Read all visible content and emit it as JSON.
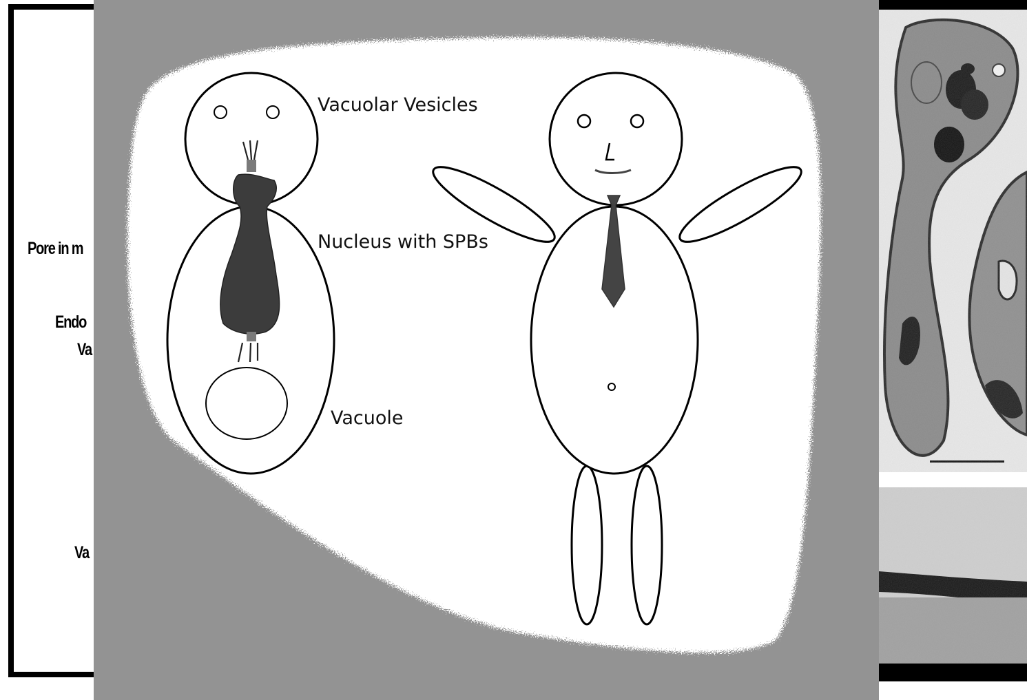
{
  "left_slide": {
    "labels": [
      {
        "text": "Pore in m"
      },
      {
        "text": "Endo"
      },
      {
        "text": "Va"
      },
      {
        "text": "Va"
      }
    ]
  },
  "diagram": {
    "labels": {
      "vacuolar_vesicles": "Vacuolar Vesicles",
      "nucleus": "Nucleus with SPBs",
      "vacuole": "Vacuole"
    }
  },
  "colors": {
    "panel_background": "#939393",
    "blob": "#ffffff",
    "outline": "#000000",
    "nucleus_fill": "#3c3c3c",
    "tie_fill": "#444444"
  }
}
